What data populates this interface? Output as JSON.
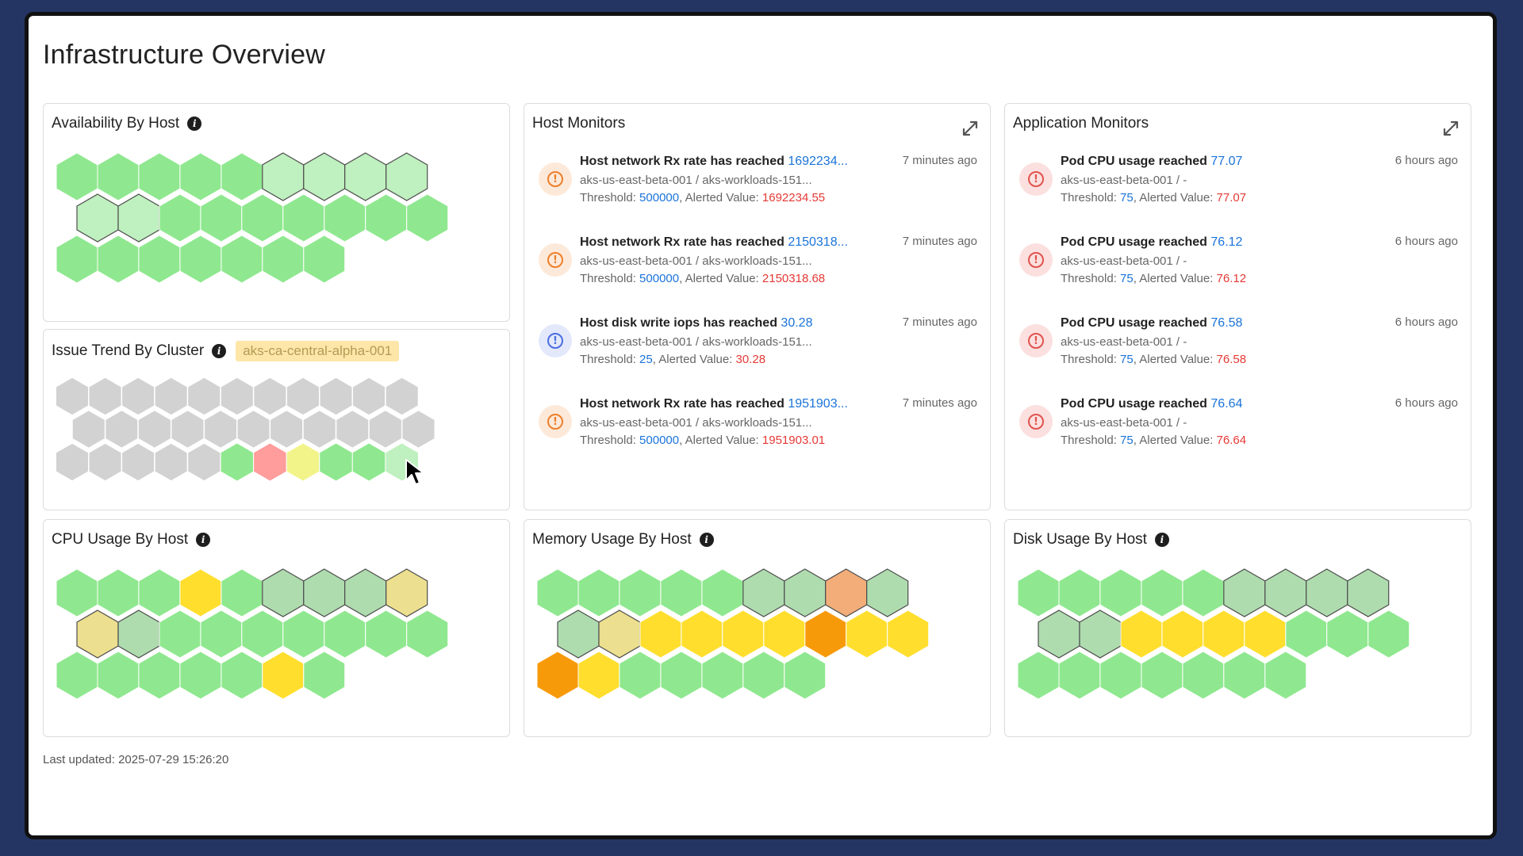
{
  "page": {
    "title": "Infrastructure Overview",
    "last_updated": "Last updated: 2025-07-29 15:26:20"
  },
  "colors": {
    "green": "#8fe88f",
    "light_green": "#bff0bf",
    "grey_green": "#afdcaf",
    "grey": "#d2d2d2",
    "pink": "#ff9c9c",
    "pale_yellow": "#f2f48a",
    "yellow": "#ffde2e",
    "khaki": "#ecdf8f",
    "orange": "#f79a0a",
    "salmon": "#f2ad79",
    "outline": "#4d4d4d"
  },
  "availability": {
    "title": "Availability By Host",
    "info_icon": "info-icon",
    "rows": [
      [
        "green",
        "green",
        "green",
        "green",
        "green",
        "light_green",
        "light_green",
        "light_green",
        "light_green"
      ],
      [
        "light_green",
        "light_green",
        "green",
        "green",
        "green",
        "green",
        "green",
        "green",
        "green"
      ],
      [
        "green",
        "green",
        "green",
        "green",
        "green",
        "green",
        "green"
      ]
    ]
  },
  "issue_trend": {
    "title": "Issue Trend By Cluster",
    "info_icon": "info-icon",
    "cluster": "aks-ca-central-alpha-001",
    "rows": [
      [
        "grey",
        "grey",
        "grey",
        "grey",
        "grey",
        "grey",
        "grey",
        "grey",
        "grey",
        "grey",
        "grey"
      ],
      [
        "grey",
        "grey",
        "grey",
        "grey",
        "grey",
        "grey",
        "grey",
        "grey",
        "grey",
        "grey",
        "grey"
      ],
      [
        "grey",
        "grey",
        "grey",
        "grey",
        "grey",
        "green",
        "pink",
        "pale_yellow",
        "green",
        "green",
        "light_green"
      ]
    ]
  },
  "cpu": {
    "title": "CPU Usage By Host",
    "info_icon": "info-icon",
    "rows": [
      [
        "green",
        "green",
        "green",
        "yellow",
        "green",
        "grey_green",
        "grey_green",
        "grey_green",
        "khaki"
      ],
      [
        "khaki",
        "grey_green",
        "green",
        "green",
        "green",
        "green",
        "green",
        "green",
        "green"
      ],
      [
        "green",
        "green",
        "green",
        "green",
        "green",
        "yellow",
        "green"
      ]
    ]
  },
  "memory": {
    "title": "Memory Usage By Host",
    "info_icon": "info-icon",
    "rows": [
      [
        "green",
        "green",
        "green",
        "green",
        "green",
        "grey_green",
        "grey_green",
        "salmon",
        "grey_green"
      ],
      [
        "grey_green",
        "khaki",
        "yellow",
        "yellow",
        "yellow",
        "yellow",
        "orange",
        "yellow",
        "yellow"
      ],
      [
        "orange",
        "yellow",
        "green",
        "green",
        "green",
        "green",
        "green"
      ]
    ]
  },
  "disk": {
    "title": "Disk Usage By Host",
    "info_icon": "info-icon",
    "rows": [
      [
        "green",
        "green",
        "green",
        "green",
        "green",
        "grey_green",
        "grey_green",
        "grey_green",
        "grey_green"
      ],
      [
        "grey_green",
        "grey_green",
        "yellow",
        "yellow",
        "yellow",
        "yellow",
        "green",
        "green",
        "green"
      ],
      [
        "green",
        "green",
        "green",
        "green",
        "green",
        "green",
        "green"
      ]
    ]
  },
  "host_monitors": {
    "title": "Host Monitors",
    "expand_icon": "expand-icon",
    "alerts": [
      {
        "severity": "warn",
        "icon": "alert-circle-icon",
        "title": "Host network Rx rate has reached ",
        "value": "1692234...",
        "time": "7 minutes ago",
        "sub": "aks-us-east-beta-001 / aks-workloads-151...",
        "threshold_label": "Threshold: ",
        "threshold": "500000",
        "alerted_label": ", Alerted Value: ",
        "alerted": "1692234.55"
      },
      {
        "severity": "warn",
        "icon": "alert-circle-icon",
        "title": "Host network Rx rate has reached ",
        "value": "2150318...",
        "time": "7 minutes ago",
        "sub": "aks-us-east-beta-001 / aks-workloads-151...",
        "threshold_label": "Threshold: ",
        "threshold": "500000",
        "alerted_label": ", Alerted Value: ",
        "alerted": "2150318.68"
      },
      {
        "severity": "info",
        "icon": "alert-circle-icon",
        "title": "Host disk write iops has reached ",
        "value": "30.28",
        "time": "7 minutes ago",
        "sub": "aks-us-east-beta-001 / aks-workloads-151...",
        "threshold_label": "Threshold: ",
        "threshold": "25",
        "alerted_label": ", Alerted Value: ",
        "alerted": "30.28"
      },
      {
        "severity": "warn",
        "icon": "alert-circle-icon",
        "title": "Host network Rx rate has reached ",
        "value": "1951903...",
        "time": "7 minutes ago",
        "sub": "aks-us-east-beta-001 / aks-workloads-151...",
        "threshold_label": "Threshold: ",
        "threshold": "500000",
        "alerted_label": ", Alerted Value: ",
        "alerted": "1951903.01"
      }
    ]
  },
  "app_monitors": {
    "title": "Application Monitors",
    "expand_icon": "expand-icon",
    "alerts": [
      {
        "severity": "crit",
        "icon": "alert-circle-icon",
        "title": "Pod CPU usage reached ",
        "value": "77.07",
        "time": "6 hours ago",
        "sub": "aks-us-east-beta-001 / -",
        "threshold_label": "Threshold: ",
        "threshold": "75",
        "alerted_label": ", Alerted Value: ",
        "alerted": "77.07"
      },
      {
        "severity": "crit",
        "icon": "alert-circle-icon",
        "title": "Pod CPU usage reached ",
        "value": "76.12",
        "time": "6 hours ago",
        "sub": "aks-us-east-beta-001 / -",
        "threshold_label": "Threshold: ",
        "threshold": "75",
        "alerted_label": ", Alerted Value: ",
        "alerted": "76.12"
      },
      {
        "severity": "crit",
        "icon": "alert-circle-icon",
        "title": "Pod CPU usage reached ",
        "value": "76.58",
        "time": "6 hours ago",
        "sub": "aks-us-east-beta-001 / -",
        "threshold_label": "Threshold: ",
        "threshold": "75",
        "alerted_label": ", Alerted Value: ",
        "alerted": "76.58"
      },
      {
        "severity": "crit",
        "icon": "alert-circle-icon",
        "title": "Pod CPU usage reached ",
        "value": "76.64",
        "time": "6 hours ago",
        "sub": "aks-us-east-beta-001 / -",
        "threshold_label": "Threshold: ",
        "threshold": "75",
        "alerted_label": ", Alerted Value: ",
        "alerted": "76.64"
      }
    ]
  }
}
